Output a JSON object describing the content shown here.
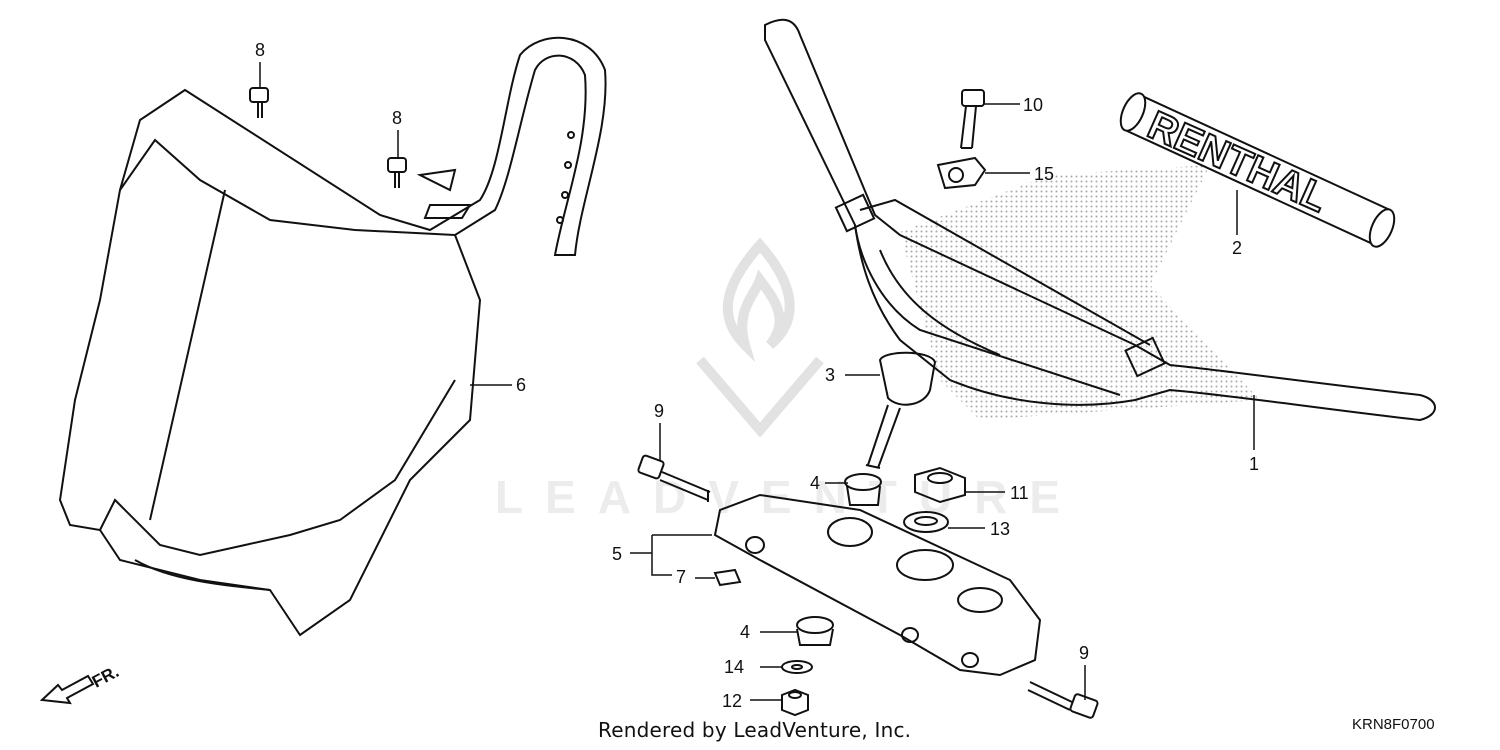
{
  "callouts": {
    "c1": "1",
    "c2": "2",
    "c3": "3",
    "c4a": "4",
    "c4b": "4",
    "c5": "5",
    "c6": "6",
    "c7": "7",
    "c8a": "8",
    "c8b": "8",
    "c9a": "9",
    "c9b": "9",
    "c10": "10",
    "c11": "11",
    "c12": "12",
    "c13": "13",
    "c14": "14",
    "c15": "15"
  },
  "grip_brand": "RENTHAL",
  "direction_label": "FR.",
  "watermark": "LEADVENTURE",
  "footer": "Rendered by LeadVenture, Inc.",
  "diagram_code": "KRN8F0700"
}
